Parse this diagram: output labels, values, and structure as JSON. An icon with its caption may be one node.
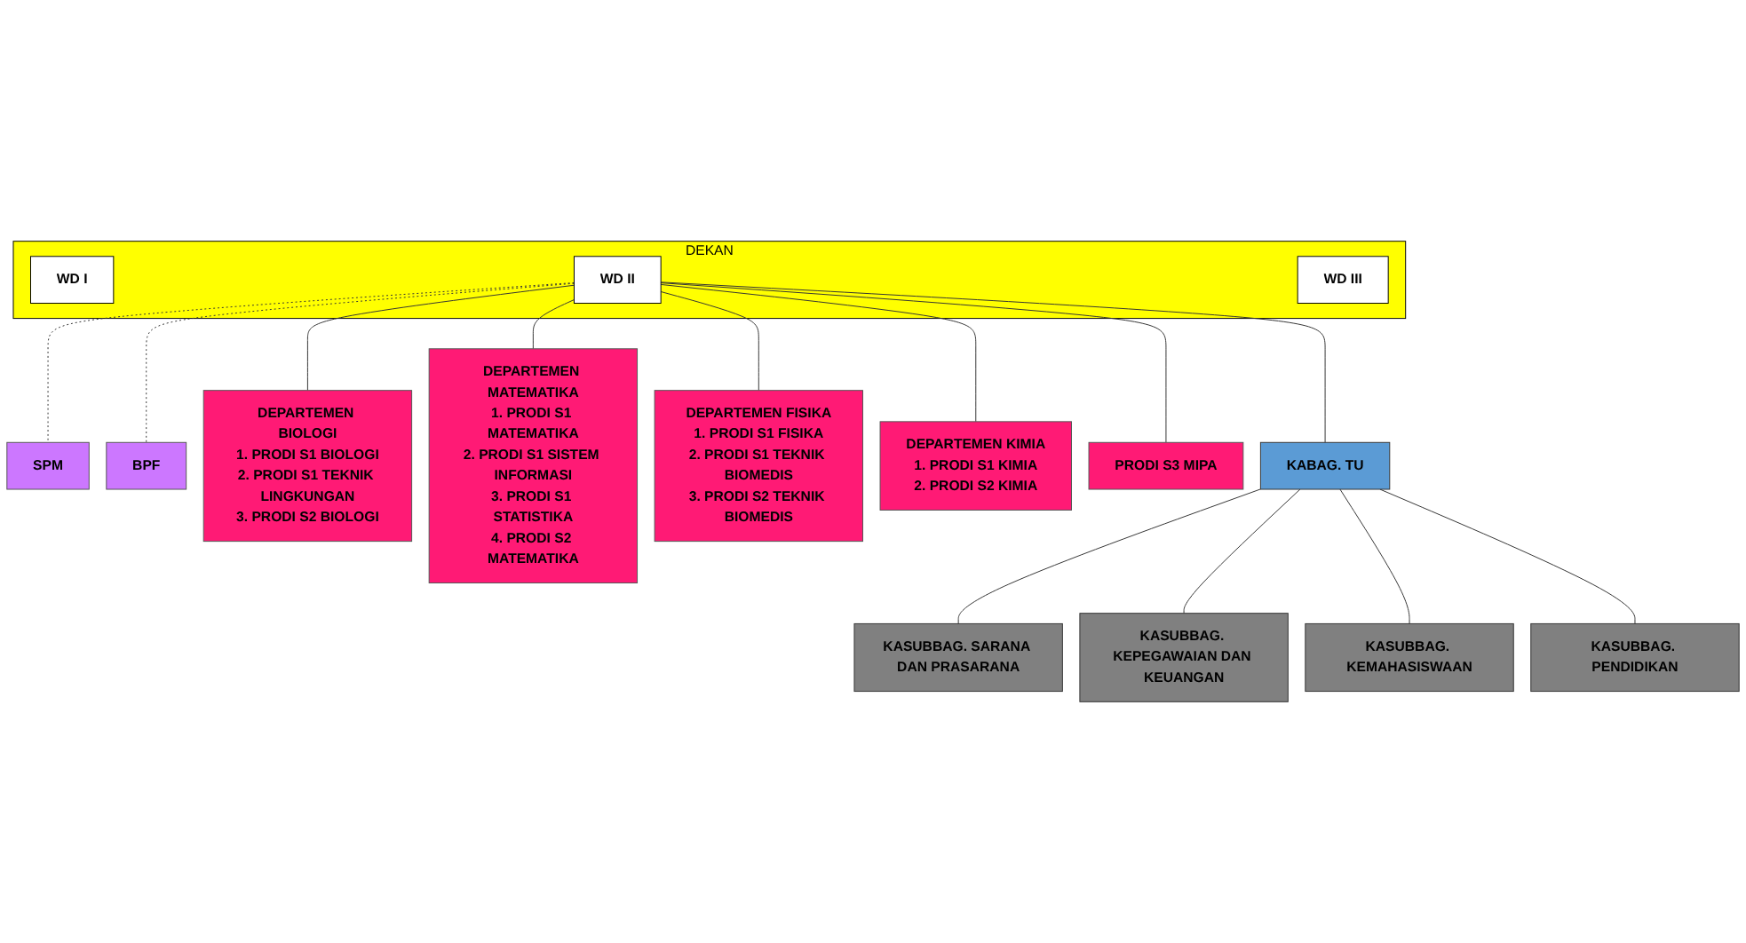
{
  "diagram": {
    "nodes": [
      {
        "text": [
          "DEKAN"
        ]
      },
      {
        "text": [
          "WD I"
        ],
        "in": 0
      },
      {
        "text": [
          "WD II"
        ],
        "in": 0
      },
      {
        "text": [
          "WD III"
        ],
        "in": 0
      },
      {
        "text": [
          "SPM"
        ]
      },
      {
        "text": [
          "BPF"
        ]
      },
      {
        "text": [
          "DEPARTEMEN BIOLOGI",
          "1. PRODI S1 BIOLOGI",
          "2. PRODI S1 TEKNIK LINGKUNGAN",
          "3. PRODI S2 BIOLOGI"
        ]
      },
      {
        "text": [
          "DEPARTEMEN MATEMATIKA",
          "1. PRODI S1 MATEMATIKA",
          "2. PRODI S1 SISTEM INFORMASI",
          "3. PRODI S1 STATISTIKA",
          "4. PRODI S2 MATEMATIKA"
        ]
      },
      {
        "text": [
          "DEPARTEMEN FISIKA",
          "1. PRODI S1 FISIKA",
          "2. PRODI S1 TEKNIK BIOMEDIS",
          "3. PRODI S2 TEKNIK BIOMEDIS"
        ]
      },
      {
        "text": [
          "DEPARTEMEN KIMIA",
          "1. PRODI S1 KIMIA",
          "2. PRODI S2 KIMIA"
        ]
      },
      {
        "text": [
          "PRODI S3 MIPA"
        ]
      },
      {
        "text": [
          "KABAG. TU"
        ]
      },
      {
        "text": [
          "KASUBBAG. SARANA DAN PRASARANA"
        ]
      },
      {
        "text": [
          "KASUBBAG. KEPEGAWAIAN DAN KEUANGAN"
        ]
      },
      {
        "text": [
          "KASUBBAG. KEMAHASISWAAN"
        ]
      },
      {
        "text": [
          "KASUBBAG. PENDIDIKAN"
        ]
      }
    ],
    "edges": [
      {
        "from": 2,
        "to": 4,
        "arrow": "none",
        "style": "dashed"
      },
      {
        "from": 2,
        "to": 5,
        "arrow": "none",
        "style": "dashed"
      },
      {
        "from": 2,
        "to": 6,
        "arrow": "none"
      },
      {
        "from": 2,
        "to": 7,
        "arrow": "none"
      },
      {
        "from": 2,
        "to": 8,
        "arrow": "none"
      },
      {
        "from": 2,
        "to": 9,
        "arrow": "none"
      },
      {
        "from": 2,
        "to": 10,
        "arrow": "none"
      },
      {
        "from": 2,
        "to": 11,
        "arrow": "none"
      },
      {
        "from": 11,
        "to": 12,
        "arrow": "none"
      },
      {
        "from": 11,
        "to": 13,
        "arrow": "none"
      },
      {
        "from": 11,
        "to": 14,
        "arrow": "none"
      },
      {
        "from": 11,
        "to": 15,
        "arrow": "none"
      }
    ]
  }
}
